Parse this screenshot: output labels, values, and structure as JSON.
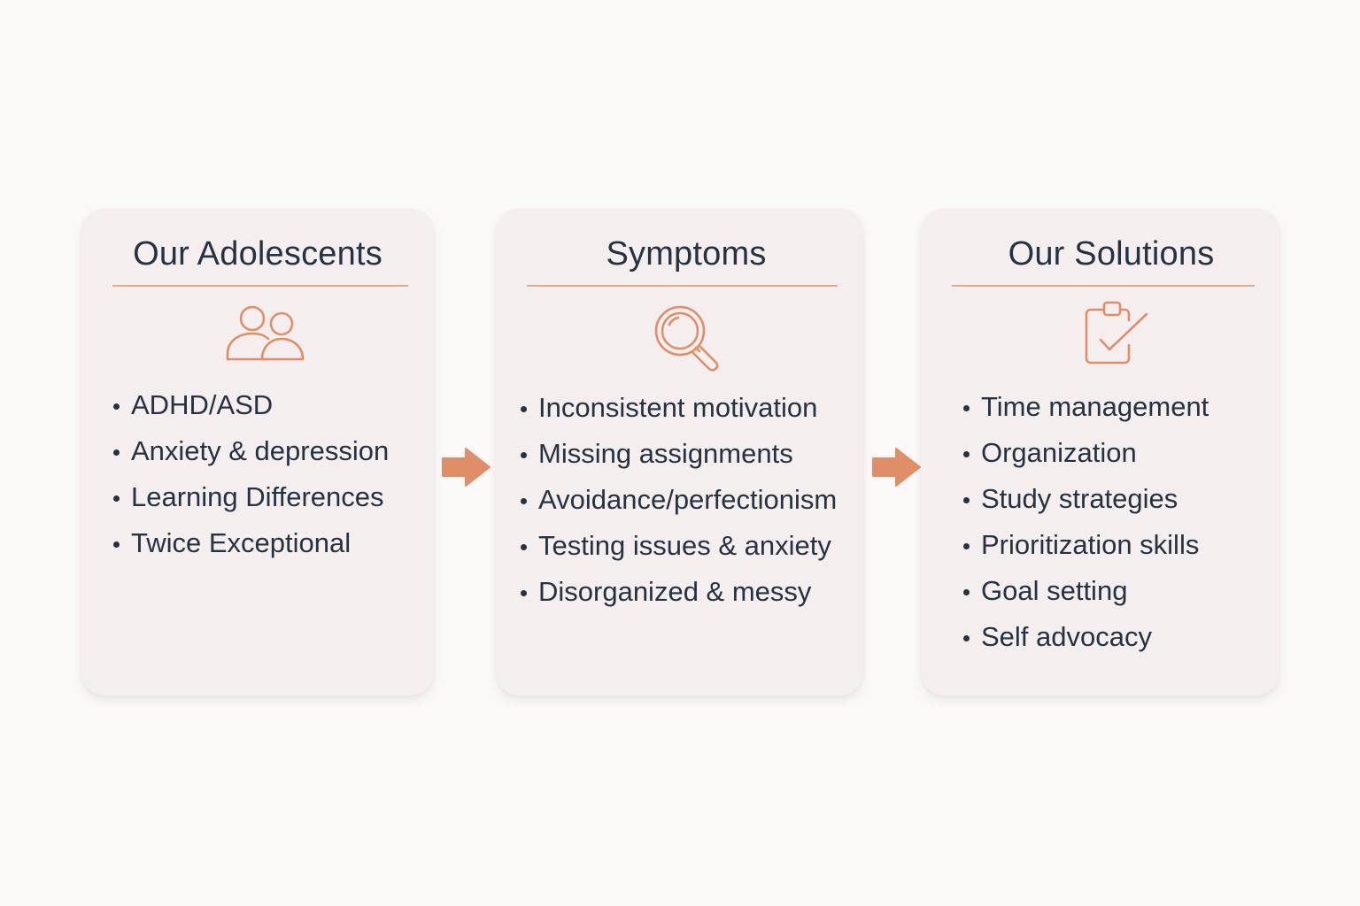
{
  "colors": {
    "background": "#fbf8f8",
    "card": "#f4efee",
    "accent": "#e08e68",
    "text": "#263142"
  },
  "columns": [
    {
      "title": "Our Adolescents",
      "icon": "people-icon",
      "items": [
        "ADHD/ASD",
        "Anxiety & depression",
        "Learning Differences",
        "Twice Exceptional"
      ]
    },
    {
      "title": "Symptoms",
      "icon": "magnifying-glass-icon",
      "items": [
        "Inconsistent motivation",
        "Missing assignments",
        "Avoidance/perfectionism",
        "Testing issues & anxiety",
        "Disorganized & messy"
      ]
    },
    {
      "title": "Our Solutions",
      "icon": "clipboard-check-icon",
      "items": [
        "Time management",
        "Organization",
        "Study strategies",
        "Prioritization skills",
        "Goal setting",
        "Self advocacy"
      ]
    }
  ]
}
